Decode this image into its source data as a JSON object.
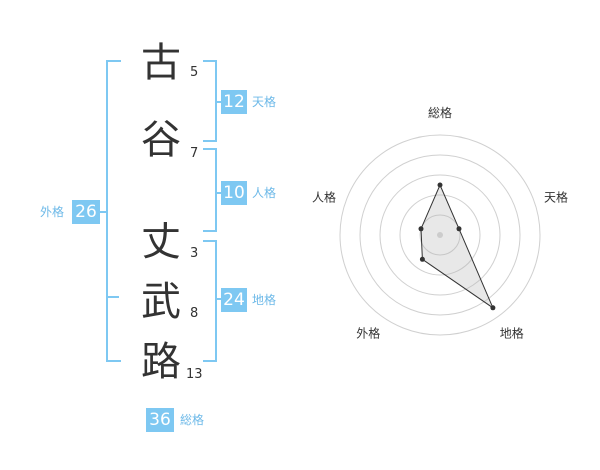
{
  "name_chars": [
    {
      "char": "古",
      "strokes": "5"
    },
    {
      "char": "谷",
      "strokes": "7"
    },
    {
      "char": "丈",
      "strokes": "3"
    },
    {
      "char": "武",
      "strokes": "8"
    },
    {
      "char": "路",
      "strokes": "13"
    }
  ],
  "fortune": {
    "tenkaku": {
      "value": "12",
      "label": "天格"
    },
    "jinkaku": {
      "value": "10",
      "label": "人格"
    },
    "chikaku": {
      "value": "24",
      "label": "地格"
    },
    "gaikaku": {
      "value": "26",
      "label": "外格"
    },
    "soukaku": {
      "value": "36",
      "label": "総格"
    }
  },
  "colors": {
    "accent": "#7ec8f2",
    "accent_text": "#6db9e8",
    "text": "#333333"
  },
  "chart_data": {
    "type": "radar",
    "axes": [
      "総格",
      "天格",
      "地格",
      "外格",
      "人格"
    ],
    "values": [
      2.5,
      1.0,
      4.5,
      1.5,
      1.0
    ],
    "max": 5,
    "rings": 5
  }
}
